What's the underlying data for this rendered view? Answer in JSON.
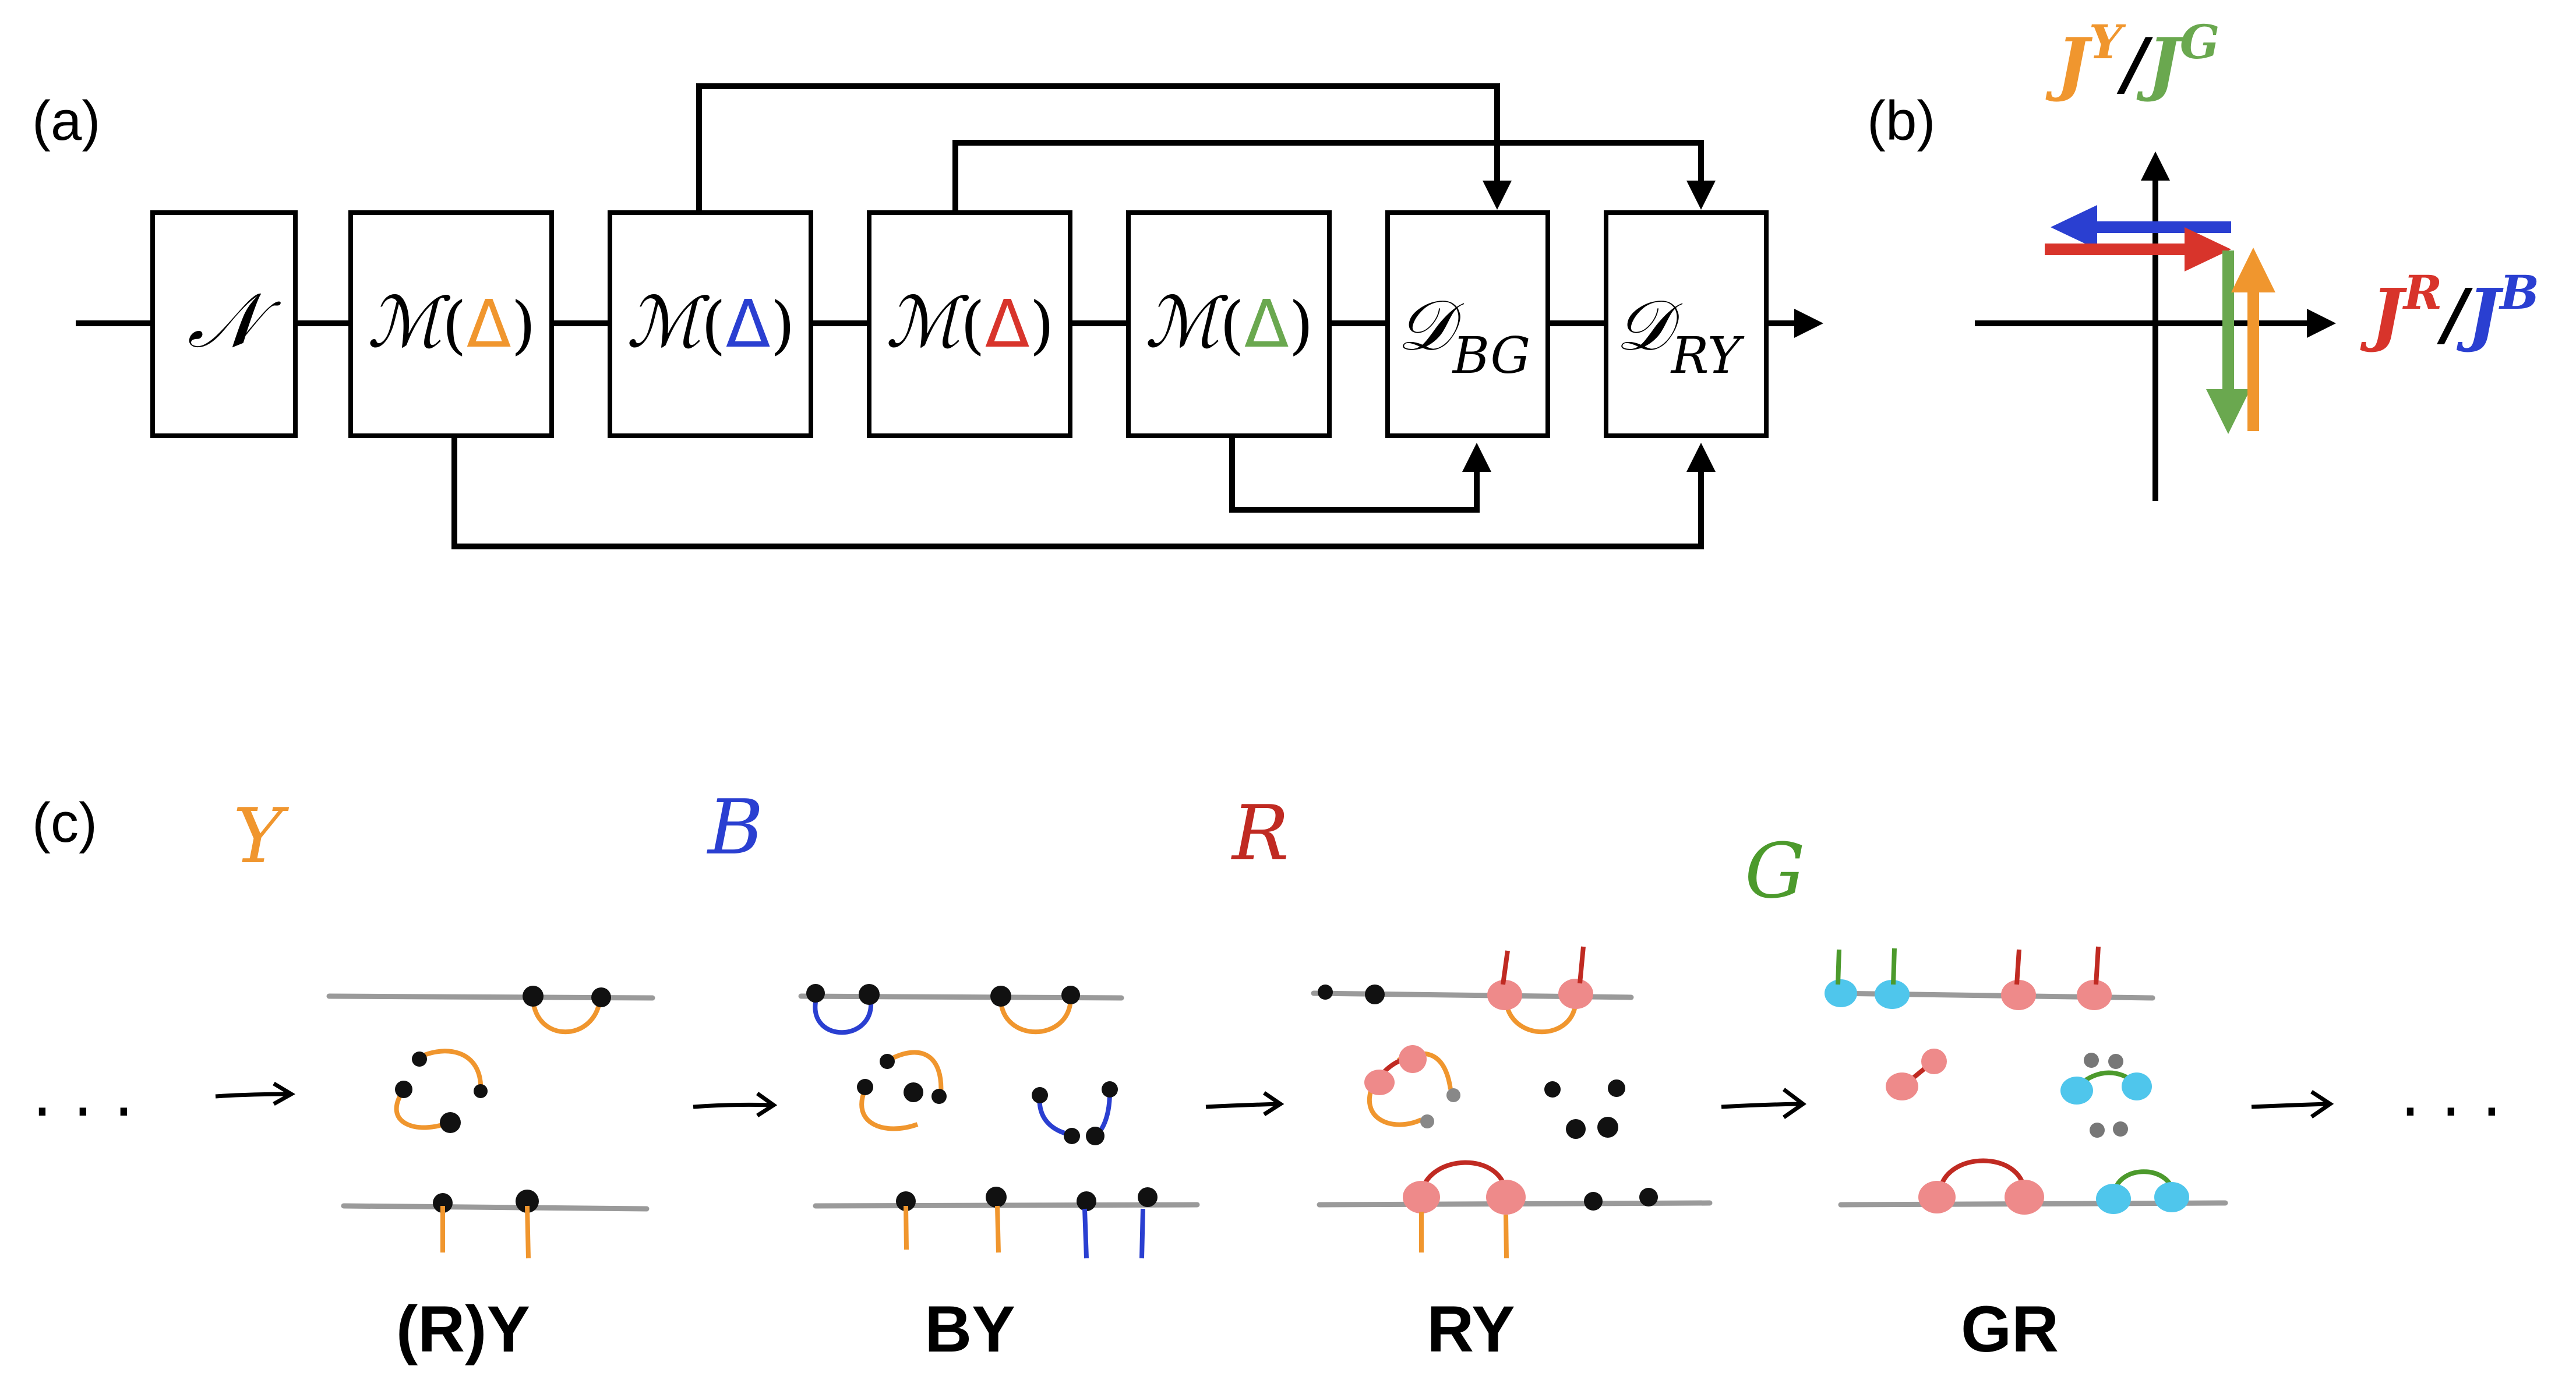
{
  "panels": {
    "a": "(a)",
    "b": "(b)",
    "c": "(c)"
  },
  "circuit": {
    "noise_label": "𝒩",
    "measure_label": "ℳ",
    "measure_boxes": [
      {
        "symbol": "Δ",
        "color": "#f0962e"
      },
      {
        "symbol": "Δ",
        "color": "#2a3fd1"
      },
      {
        "symbol": "Δ",
        "color": "#d8342b"
      },
      {
        "symbol": "Δ",
        "color": "#6aa84f"
      }
    ],
    "decoders": [
      {
        "main": "𝒟",
        "sub": "BG"
      },
      {
        "main": "𝒟",
        "sub": "RY"
      }
    ]
  },
  "currents": {
    "vertical_axis": {
      "left_main": "J",
      "left_sup": "Y",
      "slash": "/",
      "right_main": "J",
      "right_sup": "G"
    },
    "horizontal_axis": {
      "left_main": "J",
      "left_sup": "R",
      "slash": "/",
      "right_main": "J",
      "right_sup": "B"
    }
  },
  "colors": {
    "yellow": "#f0962e",
    "blue": "#2a3fd1",
    "red": "#d8342b",
    "green": "#6aa84f",
    "pink": "#ee8a8a",
    "cyan": "#4fc6ec"
  },
  "sequence": {
    "start_ellipsis": ". . .",
    "end_ellipsis": ". . .",
    "round_letters": [
      "Y",
      "B",
      "R",
      "G"
    ],
    "stages": [
      "(R)Y",
      "BY",
      "RY",
      "GR"
    ]
  }
}
